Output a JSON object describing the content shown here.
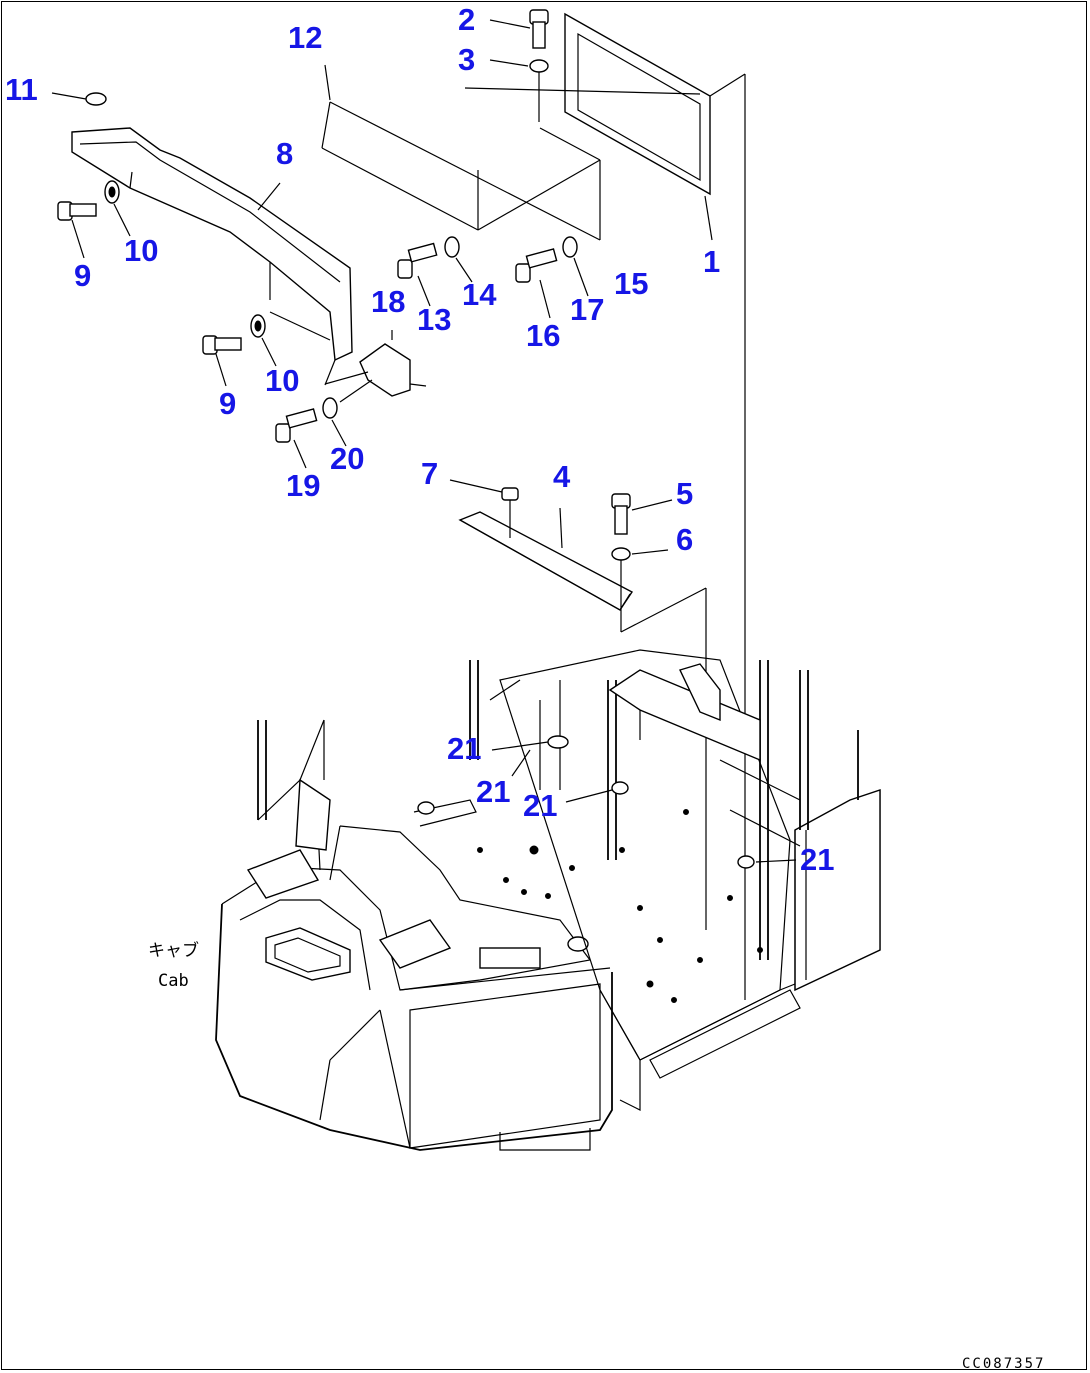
{
  "diagram": {
    "callouts": [
      {
        "id": "c1",
        "text": "1"
      },
      {
        "id": "c2",
        "text": "2"
      },
      {
        "id": "c3",
        "text": "3"
      },
      {
        "id": "c4",
        "text": "4"
      },
      {
        "id": "c5",
        "text": "5"
      },
      {
        "id": "c6",
        "text": "6"
      },
      {
        "id": "c7",
        "text": "7"
      },
      {
        "id": "c8",
        "text": "8"
      },
      {
        "id": "c9a",
        "text": "9"
      },
      {
        "id": "c9b",
        "text": "9"
      },
      {
        "id": "c10a",
        "text": "10"
      },
      {
        "id": "c10b",
        "text": "10"
      },
      {
        "id": "c11",
        "text": "11"
      },
      {
        "id": "c12",
        "text": "12"
      },
      {
        "id": "c13",
        "text": "13"
      },
      {
        "id": "c14",
        "text": "14"
      },
      {
        "id": "c15",
        "text": "15"
      },
      {
        "id": "c16",
        "text": "16"
      },
      {
        "id": "c17",
        "text": "17"
      },
      {
        "id": "c18",
        "text": "18"
      },
      {
        "id": "c19",
        "text": "19"
      },
      {
        "id": "c20",
        "text": "20"
      },
      {
        "id": "c21a",
        "text": "21"
      },
      {
        "id": "c21b",
        "text": "21"
      },
      {
        "id": "c21c",
        "text": "21"
      },
      {
        "id": "c21d",
        "text": "21"
      }
    ],
    "cab_label_jp": "キャブ",
    "cab_label_en": "Cab",
    "drawing_code": "CC087357",
    "callout_color": "#1616e6"
  }
}
